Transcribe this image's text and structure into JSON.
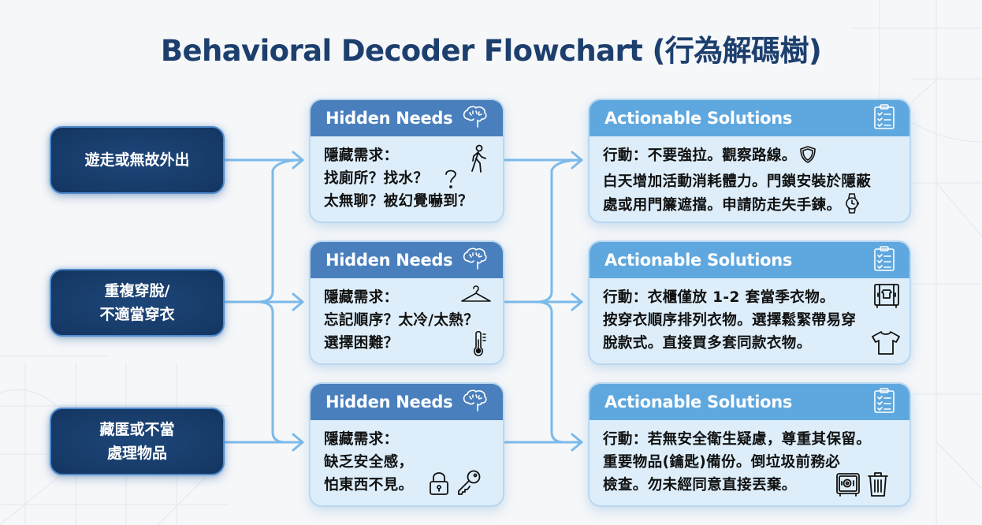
{
  "title": "Behavioral Decoder Flowchart (行為解碼樹)",
  "colors": {
    "title": "#1d3f6e",
    "trigger_bg": "#173b68",
    "needs_header": "#4a7fbd",
    "solutions_header": "#5fa8df",
    "card_body": "#ddeefa",
    "connector": "#7cbaea"
  },
  "rows": [
    {
      "trigger": {
        "lines": [
          "遊走或無故外出"
        ]
      },
      "needs": {
        "header": "Hidden Needs",
        "header_icon": "brain-icon",
        "lines": [
          "隱藏需求：",
          "找廁所？找水？",
          "太無聊？被幻覺嚇到？"
        ],
        "icons": [
          "question-mark-icon",
          "walking-person-icon"
        ]
      },
      "solutions": {
        "header": "Actionable Solutions",
        "header_icon": "clipboard-checklist-icon",
        "lines": [
          "行動：不要強拉。觀察路線。",
          "白天增加活動消耗體力。門鎖安裝於隱蔽",
          "處或用門簾遮擋。申請防走失手鍊。"
        ],
        "icons": [
          "shield-icon",
          "wristwatch-icon"
        ]
      }
    },
    {
      "trigger": {
        "lines": [
          "重複穿脫/",
          "不適當穿衣"
        ]
      },
      "needs": {
        "header": "Hidden Needs",
        "header_icon": "brain-icon",
        "lines": [
          "隱藏需求：",
          "忘記順序？太冷/太熱？",
          "選擇困難？"
        ],
        "icons": [
          "clothes-hanger-icon",
          "thermometer-icon"
        ]
      },
      "solutions": {
        "header": "Actionable Solutions",
        "header_icon": "clipboard-checklist-icon",
        "lines": [
          "行動：衣櫃僅放 1-2 套當季衣物。",
          "按穿衣順序排列衣物。選擇鬆緊帶易穿",
          "脫款式。直接買多套同款衣物。"
        ],
        "icons": [
          "wardrobe-icon",
          "t-shirt-icon"
        ]
      }
    },
    {
      "trigger": {
        "lines": [
          "藏匿或不當",
          "處理物品"
        ]
      },
      "needs": {
        "header": "Hidden Needs",
        "header_icon": "brain-icon",
        "lines": [
          "隱藏需求：",
          "缺乏安全感，",
          "怕東西不見。"
        ],
        "icons": [
          "padlock-icon",
          "key-icon"
        ]
      },
      "solutions": {
        "header": "Actionable Solutions",
        "header_icon": "clipboard-checklist-icon",
        "lines": [
          "行動：若無安全衛生疑慮，尊重其保留。",
          "重要物品(鑰匙)備份。倒垃圾前務必",
          "檢查。勿未經同意直接丟棄。"
        ],
        "icons": [
          "safe-icon",
          "trash-can-icon"
        ]
      }
    }
  ]
}
